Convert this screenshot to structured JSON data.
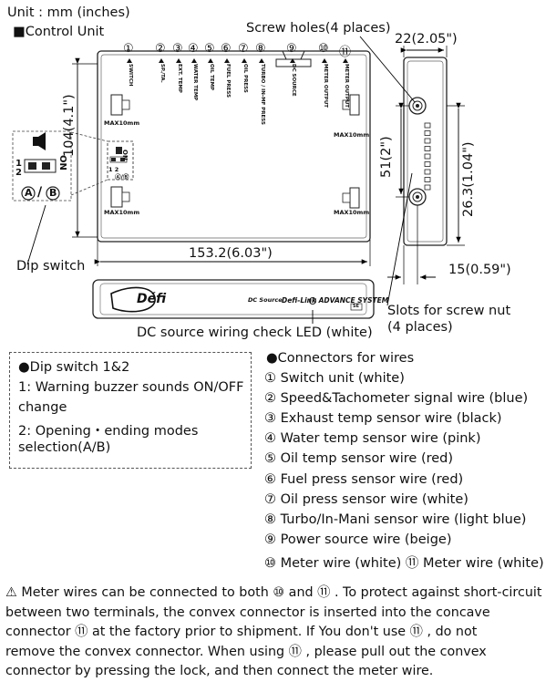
{
  "header": {
    "unit": "Unit : mm (inches)",
    "section": "■Control Unit"
  },
  "front_view": {
    "connector_numbers": [
      "①",
      "②",
      "③",
      "④",
      "⑤",
      "⑥",
      "⑦",
      "⑧",
      "⑨",
      "⑩",
      "⑪"
    ],
    "connector_labels": [
      "SWITCH",
      "SP./TA.",
      "EXT. TEMP",
      "WATER TEMP",
      "OIL TEMP",
      "FUEL PRESS",
      "OIL PRESS",
      "TURBO / IN-MF PRESS",
      "DC SOURCE",
      "METER OUTPUT",
      "METER OUTPUT"
    ],
    "maxs": [
      "MAX10mm",
      "MAX10mm",
      "MAX10mm",
      "MAX10mm"
    ],
    "dip_on": "ON",
    "dip_ab": "Ⓐ/Ⓑ",
    "dip_12": "1 2"
  },
  "dip_detail": {
    "on": "ON",
    "n1": "1",
    "n2": "2",
    "a": "A",
    "slash": "/",
    "b": "B"
  },
  "dims": {
    "height": "104(4.1\")",
    "width": "153.2(6.03\")",
    "side_depth": "22(2.05\")",
    "hole_spacing": "51(2\")",
    "hole_offset": "26.3(1.04\")",
    "side_width": "15(0.59\")"
  },
  "callouts": {
    "screw_holes": "Screw holes(4 places)",
    "dip_switch": "Dip switch",
    "slots": "Slots for screw nut",
    "slots2": "(4 places)",
    "led": "DC source wiring check LED (white)"
  },
  "bottom_view": {
    "logo": "Défi",
    "dc_source": "DC Source",
    "system": "Defi-Link ADVANCE SYSTEM",
    "badge": "SE"
  },
  "dip_switch_box": {
    "title": "●Dip switch 1&2",
    "items": [
      "1:  Warning buzzer sounds ON/OFF",
      "     change",
      "2:  Opening・ending modes",
      "     selection(A/B)"
    ]
  },
  "connectors": {
    "title": "●Connectors for wires",
    "items": [
      "① Switch unit (white)",
      "② Speed&Tachometer signal wire (blue)",
      "③ Exhaust temp sensor wire (black)",
      "④ Water temp sensor wire (pink)",
      "⑤ Oil temp sensor wire (red)",
      "⑥ Fuel press sensor wire (red)",
      "⑦ Oil press sensor wire (white)",
      "⑧ Turbo/In-Mani sensor wire (light blue)",
      "⑨ Power source wire (beige)",
      "⑩ Meter wire (white)   ⑪ Meter wire (white)"
    ]
  },
  "note": {
    "lines": [
      "⚠ Meter wires can be connected to both ⑩ and ⑪ .  To protect against short-circuit",
      "    between two terminals, the convex connector is inserted into the concave",
      "    connector ⑪ at the factory prior to shipment. If You don't use ⑪ , do not",
      "    remove the convex connector.  When using ⑪ , please pull out the convex",
      "    connector by pressing the lock, and then connect the meter wire."
    ]
  }
}
